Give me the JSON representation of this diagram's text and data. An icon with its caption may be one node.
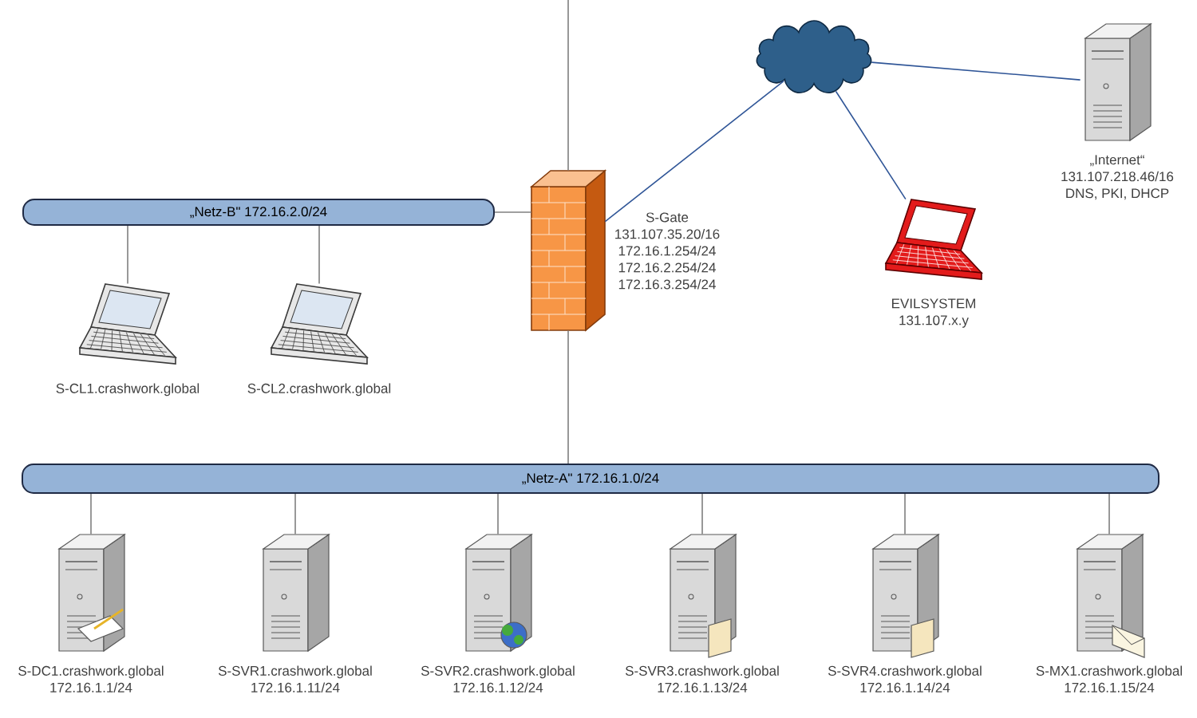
{
  "diagram": {
    "nodes": [
      {
        "text": [
          "„Netz-B\" 172.16.2.0/24"
        ]
      },
      {
        "text": [
          "„Netz-A\" 172.16.1.0/24"
        ]
      },
      {
        "text": [
          "S-Gate",
          "131.107.35.20/16",
          "172.16.1.254/24",
          "172.16.2.254/24",
          "172.16.3.254/24"
        ]
      },
      {
        "text": [],
        "shape": "cloud"
      },
      {
        "text": [
          "„Internet“",
          "131.107.218.46/16",
          "DNS, PKI, DHCP"
        ]
      },
      {
        "text": [
          "EVILSYSTEM",
          "131.107.x.y"
        ]
      },
      {
        "text": [
          "S-CL1.crashwork.global"
        ]
      },
      {
        "text": [
          "S-CL2.crashwork.global"
        ]
      },
      {
        "text": [
          "S-DC1.crashwork.global",
          "172.16.1.1/24"
        ]
      },
      {
        "text": [
          "S-SVR1.crashwork.global",
          "172.16.1.11/24"
        ]
      },
      {
        "text": [
          "S-SVR2.crashwork.global",
          "172.16.1.12/24"
        ]
      },
      {
        "text": [
          "S-SVR3.crashwork.global",
          "172.16.1.13/24"
        ]
      },
      {
        "text": [
          "S-SVR4.crashwork.global",
          "172.16.1.14/24"
        ]
      },
      {
        "text": [
          "S-MX1.crashwork.global",
          "172.16.1.15/24"
        ]
      }
    ],
    "edges": [
      {
        "from": 2,
        "to": null,
        "arrow": "none"
      },
      {
        "from": 0,
        "to": 2,
        "arrow": "none"
      },
      {
        "from": 2,
        "to": 1,
        "arrow": "none"
      },
      {
        "from": 2,
        "to": 3,
        "arrow": "none",
        "color": "#2f5597"
      },
      {
        "from": 3,
        "to": 4,
        "arrow": "none",
        "color": "#2f5597"
      },
      {
        "from": 3,
        "to": 5,
        "arrow": "none",
        "color": "#2f5597"
      },
      {
        "from": 0,
        "to": 6,
        "arrow": "none"
      },
      {
        "from": 0,
        "to": 7,
        "arrow": "none"
      },
      {
        "from": 1,
        "to": 8,
        "arrow": "none"
      },
      {
        "from": 1,
        "to": 9,
        "arrow": "none"
      },
      {
        "from": 1,
        "to": 10,
        "arrow": "none"
      },
      {
        "from": 1,
        "to": 11,
        "arrow": "none"
      },
      {
        "from": 1,
        "to": 12,
        "arrow": "none"
      },
      {
        "from": 1,
        "to": 13,
        "arrow": "none"
      }
    ]
  }
}
